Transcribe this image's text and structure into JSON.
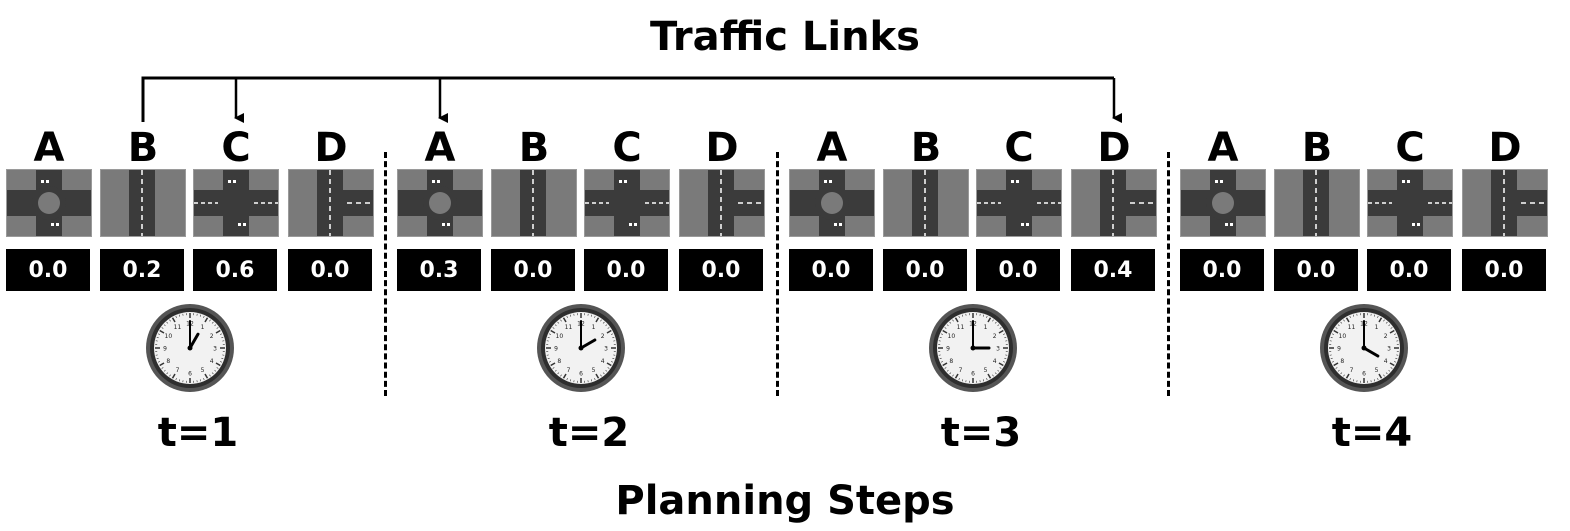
{
  "title": "Traffic Links",
  "xlabel": "Planning Steps",
  "steps": [
    {
      "label": "t=1",
      "clock": {
        "hour": 1,
        "minute": 0
      },
      "links": [
        {
          "name": "A",
          "type": "roundabout",
          "value": "0.0"
        },
        {
          "name": "B",
          "type": "road",
          "value": "0.2"
        },
        {
          "name": "C",
          "type": "intersection",
          "value": "0.6"
        },
        {
          "name": "D",
          "type": "t-junction",
          "value": "0.0"
        }
      ]
    },
    {
      "label": "t=2",
      "clock": {
        "hour": 2,
        "minute": 0
      },
      "links": [
        {
          "name": "A",
          "type": "roundabout",
          "value": "0.3"
        },
        {
          "name": "B",
          "type": "road",
          "value": "0.0"
        },
        {
          "name": "C",
          "type": "intersection",
          "value": "0.0"
        },
        {
          "name": "D",
          "type": "t-junction",
          "value": "0.0"
        }
      ]
    },
    {
      "label": "t=3",
      "clock": {
        "hour": 3,
        "minute": 0
      },
      "links": [
        {
          "name": "A",
          "type": "roundabout",
          "value": "0.0"
        },
        {
          "name": "B",
          "type": "road",
          "value": "0.0"
        },
        {
          "name": "C",
          "type": "intersection",
          "value": "0.0"
        },
        {
          "name": "D",
          "type": "t-junction",
          "value": "0.4"
        }
      ]
    },
    {
      "label": "t=4",
      "clock": {
        "hour": 4,
        "minute": 0
      },
      "links": [
        {
          "name": "A",
          "type": "roundabout",
          "value": "0.0"
        },
        {
          "name": "B",
          "type": "road",
          "value": "0.0"
        },
        {
          "name": "C",
          "type": "intersection",
          "value": "0.0"
        },
        {
          "name": "D",
          "type": "t-junction",
          "value": "0.0"
        }
      ]
    }
  ],
  "connections": {
    "source": {
      "step": 0,
      "link": "B"
    },
    "targets": [
      {
        "step": 0,
        "link": "C"
      },
      {
        "step": 1,
        "link": "A"
      },
      {
        "step": 2,
        "link": "D"
      }
    ]
  },
  "colors": {
    "road_light": "#7a7a7a",
    "road_dark": "#3b3b3b",
    "label_bg": "#000000",
    "label_text": "#ffffff"
  }
}
